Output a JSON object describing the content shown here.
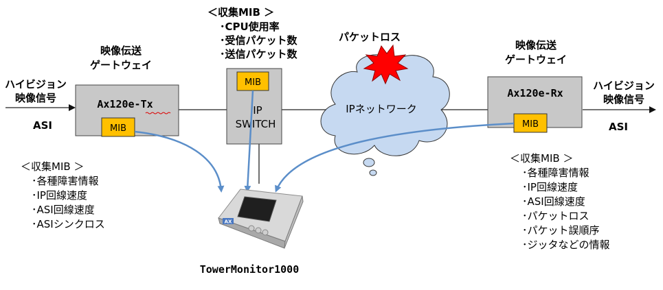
{
  "left_input": {
    "line1": "ハイビジョン",
    "line2": "映像信号",
    "format": "ASI"
  },
  "right_output": {
    "line1": "ハイビジョン",
    "line2": "映像信号",
    "format": "ASI"
  },
  "tx_gateway": {
    "caption1": "映像伝送",
    "caption2": "ゲートウェイ",
    "model": "Ax120e-Tx",
    "mib": "MIB"
  },
  "rx_gateway": {
    "caption1": "映像伝送",
    "caption2": "ゲートウェイ",
    "model": "Ax120e-Rx",
    "mib": "MIB"
  },
  "ip_switch": {
    "line1": "IP",
    "line2": "SWITCH",
    "mib": "MIB"
  },
  "switch_mib": {
    "header": "＜収集MIB ＞",
    "items": [
      "･CPU使用率",
      "･受信パケット数",
      "･送信パケット数"
    ]
  },
  "tx_mib": {
    "header": "＜収集MIB ＞",
    "items": [
      "･各種障害情報",
      "･IP回線速度",
      "･ASI回線速度",
      "･ASIシンクロス"
    ]
  },
  "rx_mib": {
    "header": "＜収集MIB ＞",
    "items": [
      "･各種障害情報",
      "･IP回線速度",
      "･ASI回線速度",
      "･パケットロス",
      "･パケット誤順序",
      "･ジッタなどの情報"
    ]
  },
  "network": {
    "cloud_label": "IPネットワーク",
    "burst_label": "パケットロス"
  },
  "monitor": {
    "name": "TowerMonitor1000",
    "logo": "AX"
  },
  "colors": {
    "mib": "#ffc000",
    "box": "#c8c8c8",
    "cloud": "#c6d9f1",
    "arrow": "#5b8ec9",
    "burst": "#ff0000"
  }
}
